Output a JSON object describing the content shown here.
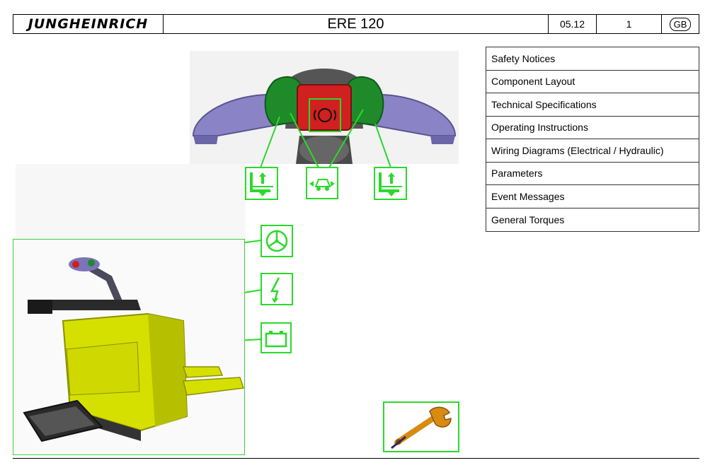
{
  "header": {
    "brand": "JUNGHEINRICH",
    "model": "ERE 120",
    "date": "05.12",
    "page": "1",
    "lang": "GB"
  },
  "menu": {
    "items": [
      {
        "label": "Safety Notices"
      },
      {
        "label": "Component Layout"
      },
      {
        "label": "Technical Specifications"
      },
      {
        "label": "Operating Instructions"
      },
      {
        "label": "Wiring Diagrams (Electrical / Hydraulic)"
      },
      {
        "label": "Parameters"
      },
      {
        "label": "Event Messages"
      },
      {
        "label": "General Torques"
      }
    ]
  },
  "icons": {
    "handle_left": "lift-lower-icon",
    "handle_center": "travel-direction-icon",
    "handle_right": "lift-lower-icon",
    "handle_display": "brake-icon",
    "steering": "steering-wheel-icon",
    "electric": "electrical-icon",
    "battery": "battery-icon",
    "tools": "wrench-icon"
  },
  "colors": {
    "accent_green": "#2bd92b",
    "grip_green": "#1f8a2a",
    "handle_purple": "#8a84c7",
    "display_red": "#d02020",
    "truck_yellow": "#d6e000",
    "wrench_orange": "#d98a10"
  }
}
